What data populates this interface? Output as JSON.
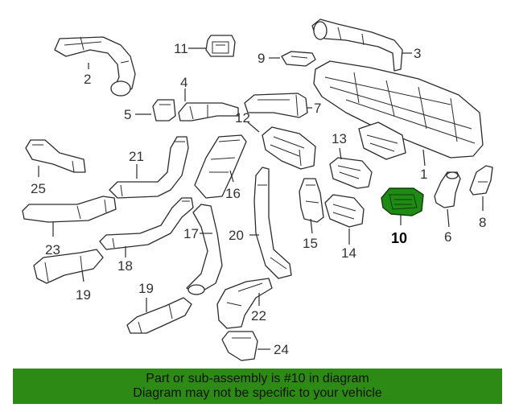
{
  "diagram": {
    "highlight_color": "#1f8a14",
    "highlighted_part": "10",
    "callouts": {
      "c1": "1",
      "c2": "2",
      "c3": "3",
      "c4": "4",
      "c5": "5",
      "c6": "6",
      "c7": "7",
      "c8": "8",
      "c9": "9",
      "c10": "10",
      "c11": "11",
      "c12": "12",
      "c13": "13",
      "c14": "14",
      "c15": "15",
      "c16": "16",
      "c17": "17",
      "c18": "18",
      "c19a": "19",
      "c19b": "19",
      "c20": "20",
      "c21": "21",
      "c22": "22",
      "c23": "23",
      "c24": "24",
      "c25": "25"
    }
  },
  "banner": {
    "background": "#2c8a15",
    "line1": "Part or sub-assembly is #10 in diagram",
    "line2": "Diagram may not be specific to your vehicle"
  }
}
